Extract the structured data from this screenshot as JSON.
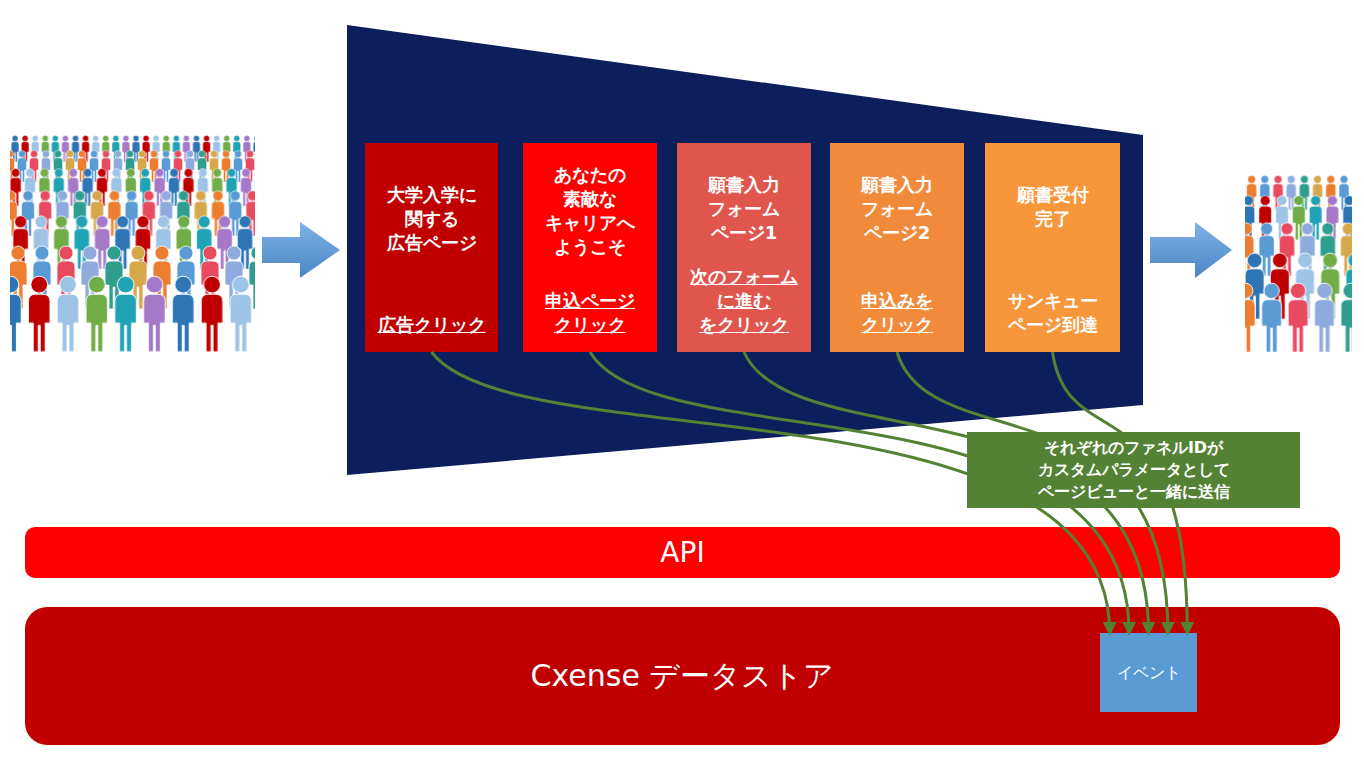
{
  "diagram": {
    "nodes": [
      {
        "text": [
          "大学入学に 関する 広告ページ",
          "広告クリック"
        ]
      },
      {
        "text": [
          "あなたの 素敵な キャリアへ ようこそ",
          "申込ページ クリック"
        ]
      },
      {
        "text": [
          "願書入力 フォーム ページ1",
          "次のフォーム に進む をクリック"
        ]
      },
      {
        "text": [
          "願書入力 フォーム ページ2",
          "申込みを クリック"
        ]
      },
      {
        "text": [
          "願書受付 完了",
          "サンキュー ページ到達"
        ]
      },
      {
        "text": [
          "それぞれのファネルIDが カスタムパラメータとして ページビューと一緒に送信"
        ]
      },
      {
        "text": [
          "API"
        ]
      },
      {
        "text": [
          "Cxense データストア"
        ]
      },
      {
        "text": [
          "イベント"
        ],
        "in": 7
      }
    ],
    "edges": [
      {
        "from": 0,
        "to": 8,
        "arrow": "to"
      },
      {
        "from": 1,
        "to": 8,
        "arrow": "to"
      },
      {
        "from": 2,
        "to": 8,
        "arrow": "to"
      },
      {
        "from": 3,
        "to": 8,
        "arrow": "to"
      },
      {
        "from": 4,
        "to": 8,
        "arrow": "to"
      }
    ]
  }
}
